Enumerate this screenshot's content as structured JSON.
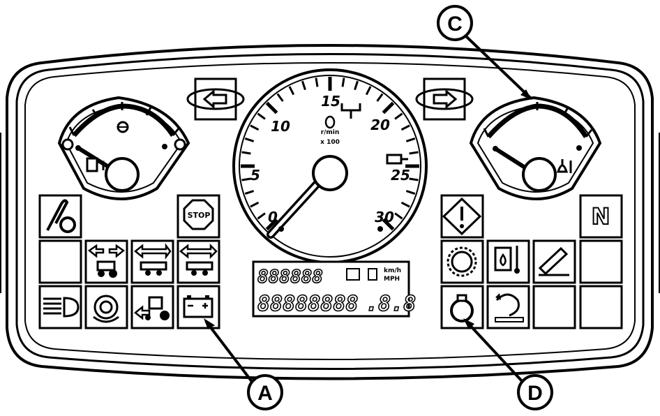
{
  "tachometer": {
    "scale_labels": [
      "0",
      "5",
      "10",
      "15",
      "20",
      "25",
      "30"
    ],
    "unit_line1": "r/min",
    "unit_line2": "x 100"
  },
  "lcd": {
    "top_digits": "888888",
    "bottom_digits": "88888888",
    "bottom_tail": ".8.8",
    "speed_unit_1": "km/h",
    "speed_unit_2": "MPH"
  },
  "indicators": {
    "stop_label": "STOP",
    "neutral_label": "N"
  },
  "callouts": {
    "a": "A",
    "c": "C",
    "d": "D"
  },
  "icons": [
    "left-turn-signal-icon",
    "right-turn-signal-icon",
    "fuel-gauge",
    "coolant-temperature-gauge",
    "park-brake-icon",
    "stop-icon",
    "warning-icon",
    "neutral-icon",
    "tractor-turn-icon",
    "trailer-1-icon",
    "trailer-2-icon",
    "high-beam-icon",
    "pto-icon",
    "tractor-hitch-icon",
    "battery-icon",
    "glow-plug-icon",
    "hydraulic-oil-icon",
    "air-filter-icon",
    "engine-oil-pressure-icon",
    "auto-pto-icon"
  ]
}
